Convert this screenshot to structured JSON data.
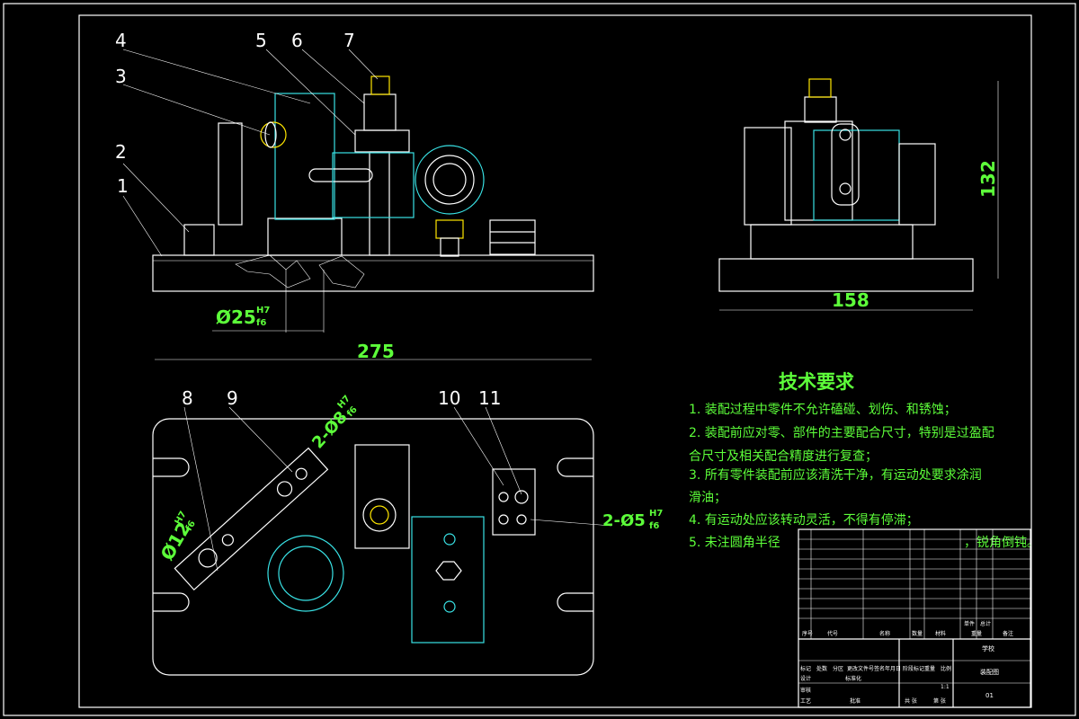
{
  "callouts": [
    "1",
    "2",
    "3",
    "4",
    "5",
    "6",
    "7",
    "8",
    "9",
    "10",
    "11"
  ],
  "dimensions": {
    "d25": "Ø25",
    "d25_tol_upper": "H7",
    "d25_tol_lower": "f6",
    "width_275": "275",
    "height_132": "132",
    "width_158": "158",
    "d12": "Ø12",
    "d12_tol_upper": "H7",
    "d12_tol_lower": "f6",
    "d8": "2-Ø8",
    "d8_tol_upper": "H7",
    "d8_tol_lower": "f6",
    "d5": "2-Ø5",
    "d5_tol_upper": "H7",
    "d5_tol_lower": "f6"
  },
  "tech_requirements": {
    "title": "技术要求",
    "lines": [
      "1. 装配过程中零件不允许磕碰、划伤、和锈蚀；",
      "2. 装配前应对零、部件的主要配合尺寸，特别是过盈配",
      "合尺寸及相关配合精度进行复查；",
      "3. 所有零件装配前应该清洗干净，有运动处要求涂润",
      "滑油；",
      "4. 有运动处应该转动灵活，不得有停滞；",
      "5. 未注圆角半径",
      "，锐角倒钝。"
    ]
  },
  "title_block": {
    "bom_header": [
      "序号",
      "代号",
      "名称",
      "数量",
      "材料",
      "单件",
      "总计",
      "重量",
      "备注"
    ],
    "labels": [
      "标记",
      "处数",
      "分区",
      "更改文件号",
      "签名",
      "年月日",
      "设计",
      "标准化",
      "阶段标记",
      "重量",
      "比例",
      "审核",
      "工艺",
      "批准",
      "共 张",
      "第 张"
    ],
    "drawing_name": "装配图",
    "company": "学校",
    "scale": "1:1",
    "sheet": "01"
  }
}
